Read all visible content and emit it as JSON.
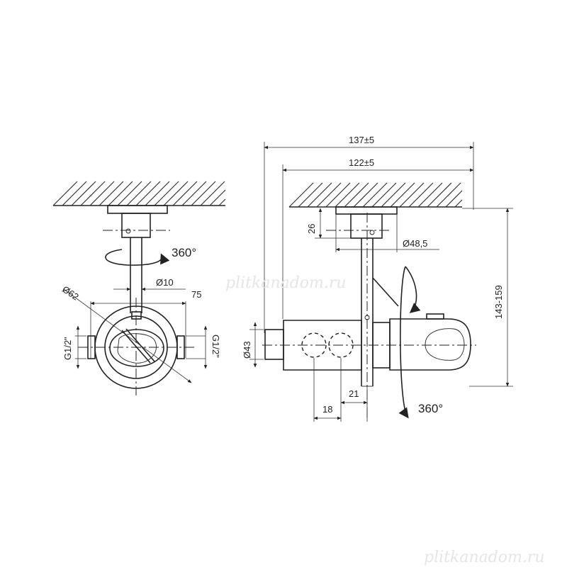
{
  "dimensions": {
    "total_width": "137±5",
    "inner_width": "122±5",
    "height_range": "143-159",
    "flange_height": "26",
    "flange_diameter": "Ø48,5",
    "stem_diameter": "Ø10",
    "body_diameter_left": "Ø62",
    "spacing_75": "75",
    "body_diameter_right": "Ø43",
    "offset_18": "18",
    "offset_21": "21",
    "thread_left_a": "G1/2\"",
    "thread_left_b": "G1/2\"",
    "rotation_left": "360°",
    "rotation_right": "360°"
  },
  "watermarks": {
    "center": "plitkanadom.ru",
    "bottom_right": "plitkanadom.ru"
  }
}
